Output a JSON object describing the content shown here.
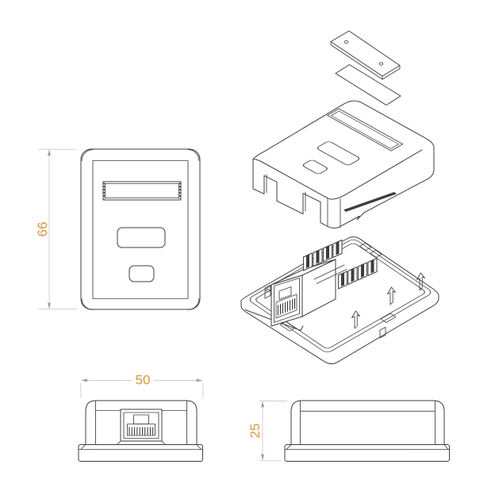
{
  "drawing": {
    "type": "technical_drawing",
    "subject": "rj45-surface-mount-box",
    "dimensions": {
      "front_height": "66",
      "bottom_width": "50",
      "side_depth": "25"
    },
    "views": {
      "front": "front elevation",
      "exploded": "exploded isometric",
      "bottom": "bottom elevation with RJ45 jack",
      "side": "side elevation"
    },
    "colors": {
      "background": "#ffffff",
      "line": "#3f3f3f",
      "dimension_line": "#cbcbcb",
      "dimension_text": "#df963c",
      "slot_fill": "#3d3d3d"
    }
  }
}
